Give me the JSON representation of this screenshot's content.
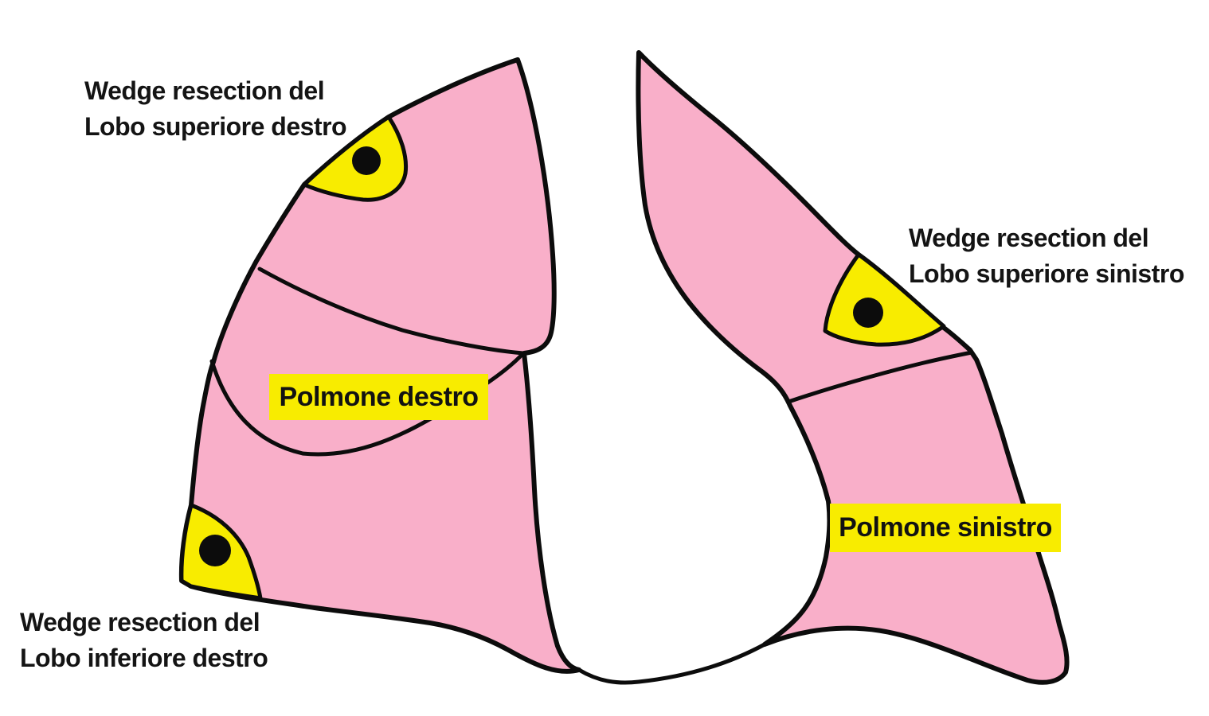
{
  "colors": {
    "background": "#ffffff",
    "lung_pink": "#F9AFC9",
    "yellow": "#F8EC00",
    "outline": "#0c0c0c",
    "text": "#141414"
  },
  "labels": {
    "wedge_right_upper": {
      "line1": "Wedge resection del",
      "line2": "Lobo superiore destro"
    },
    "wedge_left_upper": {
      "line1": "Wedge resection del",
      "line2": "Lobo superiore sinistro"
    },
    "wedge_right_lower": {
      "line1": "Wedge resection del",
      "line2": "Lobo inferiore destro"
    },
    "right_lung": "Polmone destro",
    "left_lung": "Polmone sinistro"
  },
  "resection_sites": [
    {
      "name": "right-upper-lobe",
      "marker": "black-dot"
    },
    {
      "name": "right-lower-lobe",
      "marker": "black-dot"
    },
    {
      "name": "left-upper-lobe",
      "marker": "black-dot"
    }
  ]
}
